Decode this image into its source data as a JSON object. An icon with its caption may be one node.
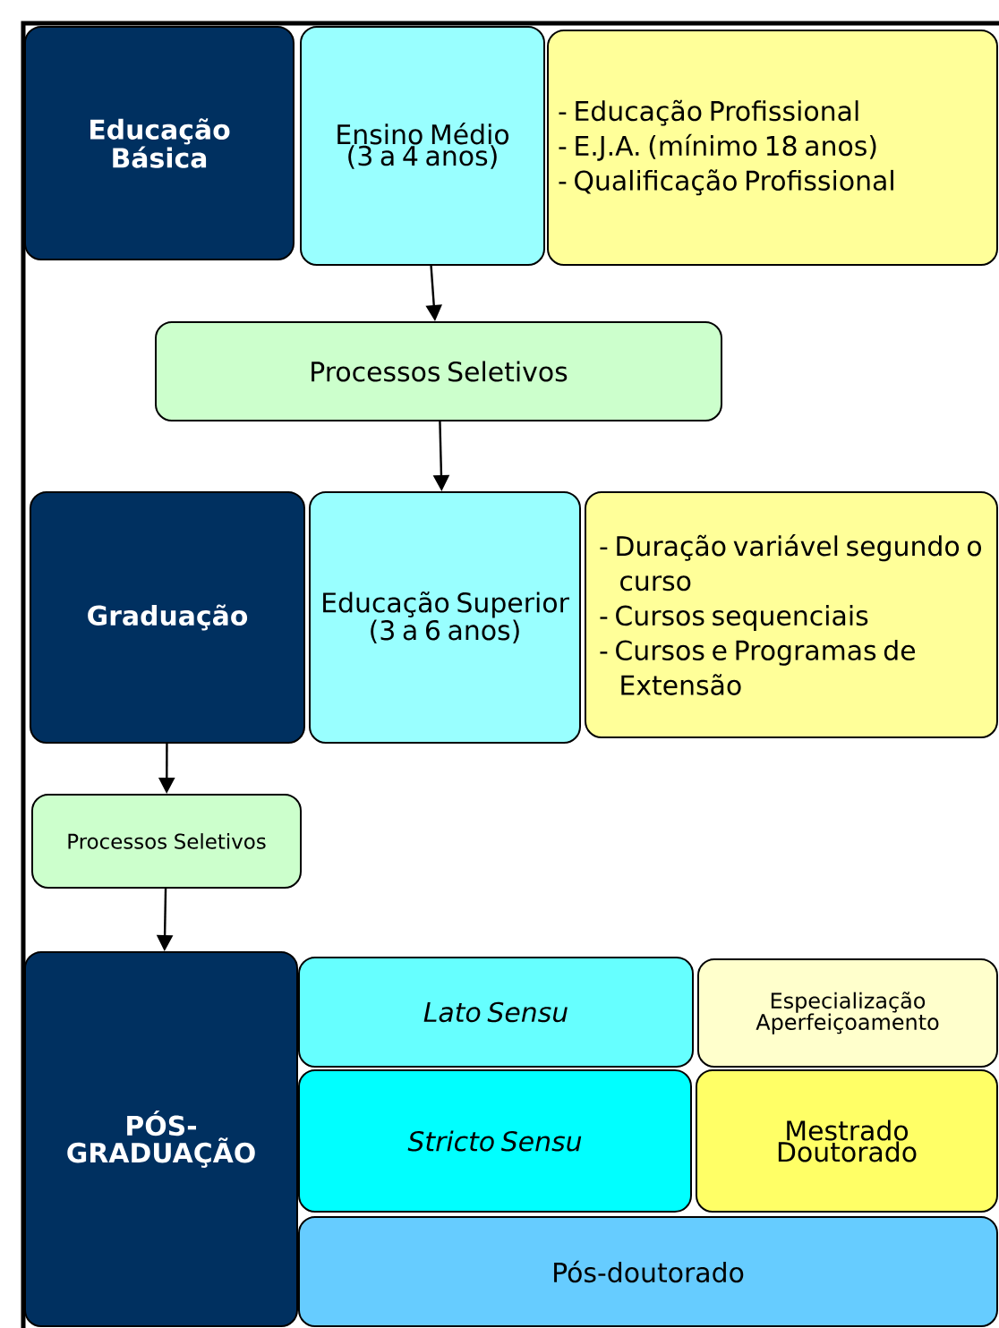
{
  "diagram": {
    "nodes": [
      {
        "text": [
          "Educação Básica"
        ]
      },
      {
        "text": [
          "Ensino Médio (3 a 4 anos)"
        ]
      },
      {
        "text": [
          "- Educação Profissional",
          "- E.J.A. (mínimo 18 anos)",
          "- Qualificação Profissional"
        ]
      },
      {
        "text": [
          "Processos Seletivos"
        ]
      },
      {
        "text": [
          "Graduação"
        ]
      },
      {
        "text": [
          "Educação Superior (3 a 6 anos)"
        ]
      },
      {
        "text": [
          "- Duração variável segundo o curso",
          "- Cursos sequenciais",
          "- Cursos e Programas de Extensão"
        ]
      },
      {
        "text": [
          "Processos Seletivos"
        ]
      },
      {
        "text": [
          "PÓS-GRADUAÇÃO"
        ]
      },
      {
        "text": [
          "Lato Sensu"
        ]
      },
      {
        "text": [
          "Especialização",
          "Aperfeiçoamento"
        ]
      },
      {
        "text": [
          "Stricto Sensu"
        ]
      },
      {
        "text": [
          "Mestrado",
          "Doutorado"
        ]
      },
      {
        "text": [
          "Pós-doutorado"
        ]
      }
    ],
    "edges": [
      {
        "from": 1,
        "to": 3,
        "arrow": "to"
      },
      {
        "from": 3,
        "to": 5,
        "arrow": "to"
      },
      {
        "from": 4,
        "to": 7,
        "arrow": "to"
      },
      {
        "from": 7,
        "to": 8,
        "arrow": "to"
      }
    ]
  }
}
